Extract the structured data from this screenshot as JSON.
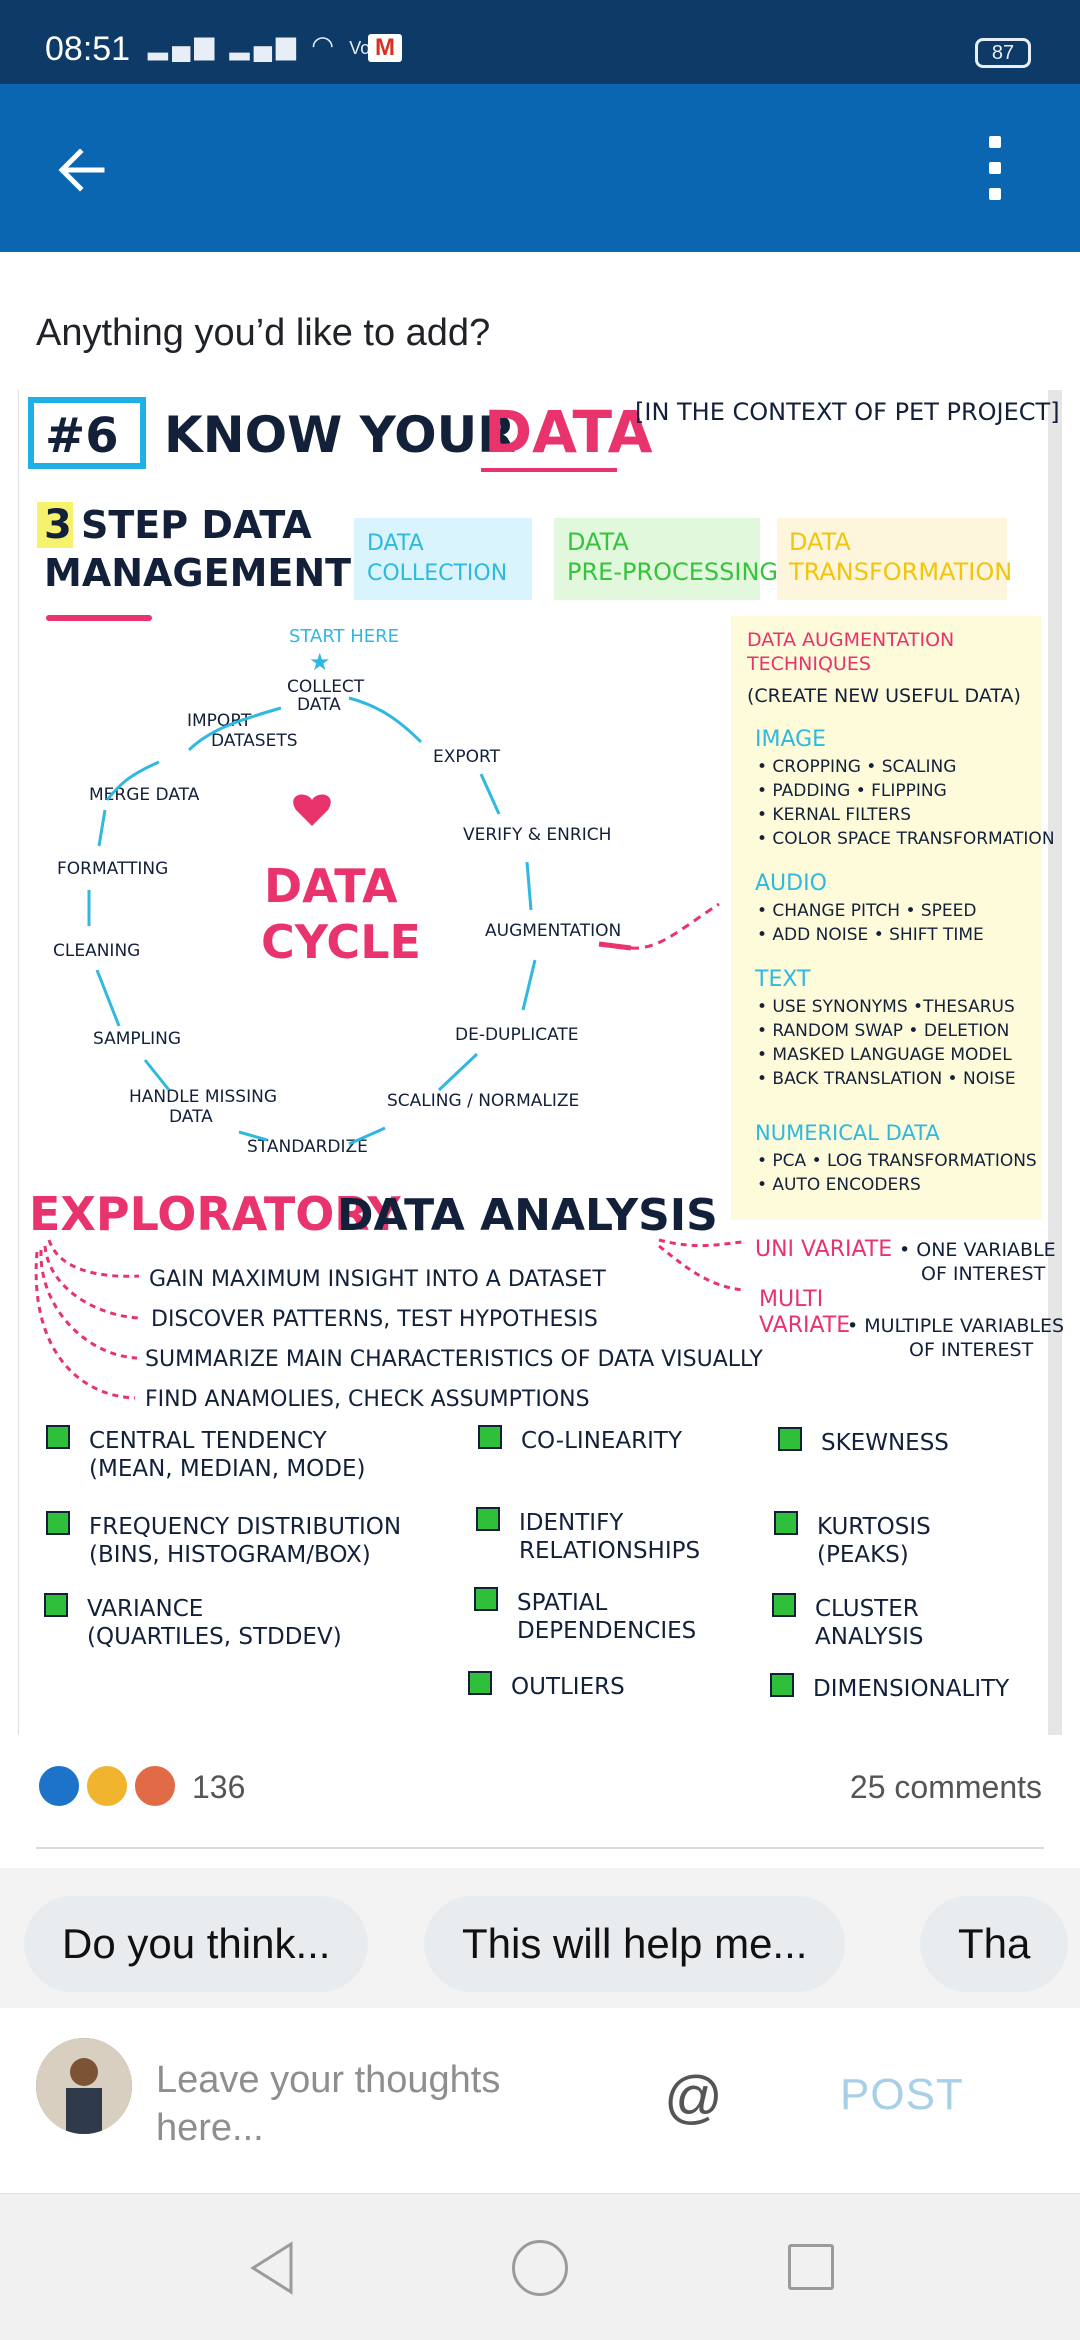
{
  "status_bar": {
    "time": "08:51",
    "network": "VoLTE",
    "battery": "87"
  },
  "prompt": "Anything you’d like to add?",
  "infographic": {
    "number": "#6",
    "title_prefix": "KNOW YOUR",
    "title_highlight": "DATA",
    "context_note": "[IN THE CONTEXT OF PET PROJECT]",
    "step_label_num": "3",
    "step_label_line1": "STEP DATA",
    "step_label_line2": "MANAGEMENT",
    "steps": [
      {
        "line1": "DATA",
        "line2": "COLLECTION"
      },
      {
        "line1": "DATA",
        "line2": "PRE-PROCESSING"
      },
      {
        "line1": "DATA",
        "line2": "TRANSFORMATION"
      }
    ],
    "cycle_center_line1": "DATA",
    "cycle_center_line2": "CYCLE",
    "cycle_start": "START HERE",
    "cycle_labels": {
      "collect_1": "COLLECT",
      "collect_2": "DATA",
      "import_1": "IMPORT",
      "import_2": "DATASETS",
      "merge": "MERGE DATA",
      "formatting": "FORMATTING",
      "cleaning": "CLEANING",
      "sampling": "SAMPLING",
      "handle_1": "HANDLE MISSING",
      "handle_2": "DATA",
      "standardize": "STANDARDIZE",
      "scaling": "SCALING / NORMALIZE",
      "dedup": "DE-DUPLICATE",
      "augmentation": "AUGMENTATION",
      "verify": "VERIFY & ENRICH",
      "export": "EXPORT"
    },
    "augment": {
      "title_1": "DATA AUGMENTATION",
      "title_2": "TECHNIQUES",
      "subtitle": "(CREATE NEW USEFUL DATA)",
      "image_head": "IMAGE",
      "image_1": "• CROPPING  • SCALING",
      "image_2": "• PADDING   • FLIPPING",
      "image_3": "• KERNAL FILTERS",
      "image_4": "• COLOR SPACE TRANSFORMATION",
      "audio_head": "AUDIO",
      "audio_1": "• CHANGE PITCH • SPEED",
      "audio_2": "• ADD NOISE  • SHIFT TIME",
      "text_head": "TEXT",
      "text_1": "• USE SYNONYMS  •THESARUS",
      "text_2": "• RANDOM SWAP  • DELETION",
      "text_3": "• MASKED LANGUAGE MODEL",
      "text_4": "• BACK TRANSLATION • NOISE",
      "num_head": "NUMERICAL DATA",
      "num_1": "• PCA  • LOG TRANSFORMATIONS",
      "num_2": "• AUTO ENCODERS"
    },
    "eda": {
      "title_1": "EXPLORATORY",
      "title_2": "DATA ANALYSIS",
      "goal_1": "GAIN MAXIMUM INSIGHT INTO A DATASET",
      "goal_2": "DISCOVER PATTERNS, TEST HYPOTHESIS",
      "goal_3": "SUMMARIZE MAIN CHARACTERISTICS OF DATA VISUALLY",
      "goal_4": "FIND ANAMOLIES, CHECK ASSUMPTIONS",
      "univariate": "UNI VARIATE",
      "univariate_desc_1": "• ONE VARIABLE",
      "univariate_desc_2": "OF INTEREST",
      "multivariate_1": "MULTI",
      "multivariate_2": "VARIATE",
      "multivariate_desc_1": "• MULTIPLE VARIABLES",
      "multivariate_desc_2": "OF INTEREST"
    },
    "checklist": [
      {
        "l1": "CENTRAL TENDENCY",
        "l2": "(MEAN, MEDIAN, MODE)"
      },
      {
        "l1": "FREQUENCY DISTRIBUTION",
        "l2": "(BINS, HISTOGRAM/BOX)"
      },
      {
        "l1": "VARIANCE",
        "l2": "(QUARTILES, STDDEV)"
      },
      {
        "l1": "CO-LINEARITY",
        "l2": ""
      },
      {
        "l1": "IDENTIFY",
        "l2": "RELATIONSHIPS"
      },
      {
        "l1": "SPATIAL",
        "l2": "DEPENDENCIES"
      },
      {
        "l1": "OUTLIERS",
        "l2": ""
      },
      {
        "l1": "SKEWNESS",
        "l2": ""
      },
      {
        "l1": "KURTOSIS",
        "l2": "(PEAKS)"
      },
      {
        "l1": "CLUSTER",
        "l2": "ANALYSIS"
      },
      {
        "l1": "DIMENSIONALITY",
        "l2": ""
      }
    ]
  },
  "social": {
    "reaction_count": "136",
    "comments": "25 comments"
  },
  "suggestions": [
    "Do you think...",
    "This will help me...",
    "Tha"
  ],
  "composer": {
    "placeholder_1": "Leave your thoughts",
    "placeholder_2": "here...",
    "mention_symbol": "@",
    "post_label": "POST"
  },
  "colors": {
    "status_bar": "#0d3a66",
    "app_bar": "#0a66b0",
    "pink": "#e8336d",
    "navy": "#13203a",
    "cyan": "#2fb8e0",
    "green_box": "#2fbf3a"
  }
}
